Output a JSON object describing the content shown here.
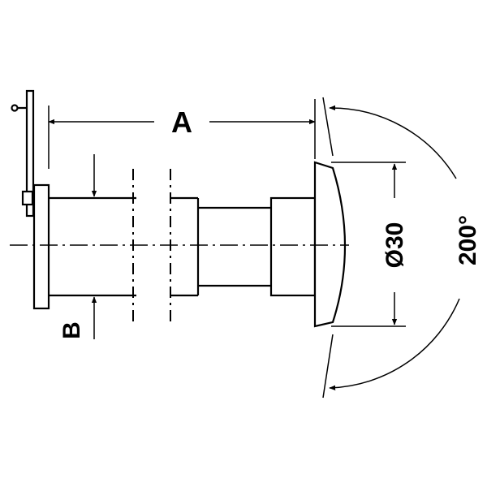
{
  "diagram": {
    "labels": {
      "length": "A",
      "thickness": "B",
      "diameter": "Ø30",
      "angle": "200°"
    },
    "colors": {
      "stroke": "#000000",
      "background": "#ffffff"
    }
  }
}
